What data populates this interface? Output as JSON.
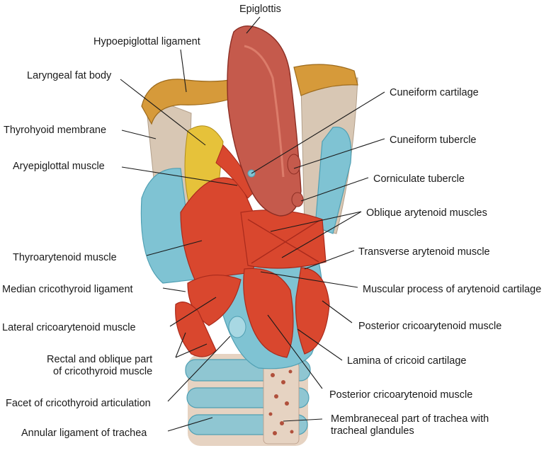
{
  "labels": {
    "epiglottis": "Epiglottis",
    "hypoepiglottal_ligament": "Hypoepiglottal ligament",
    "laryngeal_fat_body": "Laryngeal fat body",
    "thyrohyoid_membrane": "Thyrohyoid membrane",
    "aryepiglottal_muscle": "Aryepiglottal muscle",
    "thyroarytenoid_muscle": "Thyroarytenoid muscle",
    "median_cricothyroid_ligament": "Median cricothyroid ligament",
    "lateral_cricoarytenoid_muscle": "Lateral cricoarytenoid muscle",
    "rectal_oblique_line1": "Rectal and oblique part",
    "rectal_oblique_line2": "of cricothyroid muscle",
    "facet_cricothyroid_articulation": "Facet of cricothyroid articulation",
    "annular_ligament_trachea": "Annular ligament of trachea",
    "cuneiform_cartilage": "Cuneiform cartilage",
    "cuneiform_tubercle": "Cuneiform tubercle",
    "corniculate_tubercle": "Corniculate tubercle",
    "oblique_arytenoid_muscles": "Oblique arytenoid muscles",
    "transverse_arytenoid_muscle": "Transverse arytenoid muscle",
    "muscular_process": "Muscular process of arytenoid cartilage",
    "posterior_cricoarytenoid_muscle_upper": "Posterior cricoarytenoid muscle",
    "lamina_cricoid": "Lamina of cricoid cartilage",
    "posterior_cricoarytenoid_muscle_lower": "Posterior cricoarytenoid muscle",
    "membranous_trachea_line1": "Membraneceal part of trachea with",
    "membranous_trachea_line2": "tracheal glandules"
  },
  "colors": {
    "muscle": "#d9472e",
    "muscle_dark": "#a92a1c",
    "cartilage": "#7fc3d3",
    "cartilage_dark": "#4f9fb3",
    "epiglottis": "#c55a4c",
    "hyoid": "#d69a3a",
    "fat": "#e6c23a",
    "membrane": "#d8c7b4",
    "trachea_ring": "#8fc6d2",
    "trachea_membrane": "#e6d3c2"
  }
}
